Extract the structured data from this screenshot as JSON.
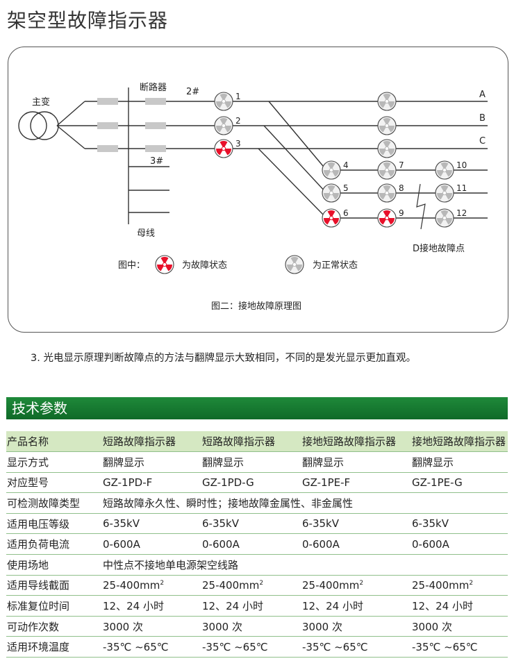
{
  "title": "架空型故障指示器",
  "diagram": {
    "transformer_label": "主变",
    "breaker_label": "断路器",
    "line_2": "2#",
    "line_3": "3#",
    "busbar_label": "母线",
    "phases": [
      "A",
      "B",
      "C"
    ],
    "indicator_numbers": [
      "1",
      "2",
      "3",
      "4",
      "5",
      "6",
      "7",
      "8",
      "9",
      "10",
      "11",
      "12"
    ],
    "fault_indicators": [
      "3",
      "6",
      "9"
    ],
    "ground_fault_label": "D接地故障点",
    "legend_prefix": "图中：",
    "legend_fault": "为故障状态",
    "legend_normal": "为正常状态",
    "caption": "图二：接地故障原理图",
    "colors": {
      "fault": "#e8102a",
      "normal": "#b8b8b8",
      "line": "#333333",
      "insulator": "#c8c8c8"
    }
  },
  "note": "3. 光电显示原理判断故障点的方法与翻牌显示大致相同，不同的是发光显示更加直观。",
  "section_title": "技术参数",
  "spec_table": {
    "rows": [
      {
        "label": "产品名称",
        "cells": [
          "短路故障指示器",
          "短路故障指示器",
          "接地短路故障指示器",
          "接地短路故障指示器"
        ]
      },
      {
        "label": "显示方式",
        "cells": [
          "翻牌显示",
          "翻牌显示",
          "翻牌显示",
          "翻牌显示"
        ]
      },
      {
        "label": "对应型号",
        "cells": [
          "GZ-1PD-F",
          "GZ-1PD-G",
          "GZ-1PE-F",
          "GZ-1PE-G"
        ]
      },
      {
        "label": "可检测故障类型",
        "span": "短路故障永久性、瞬时性；接地故障金属性、非金属性"
      },
      {
        "label": "适用电压等级",
        "cells": [
          "6-35kV",
          "6-35kV",
          "6-35kV",
          "6-35kV"
        ]
      },
      {
        "label": "适用负荷电流",
        "cells": [
          "0-600A",
          "0-600A",
          "0-600A",
          "0-600A"
        ]
      },
      {
        "label": "使用场地",
        "span": "中性点不接地单电源架空线路"
      },
      {
        "label": "适用导线截面",
        "cells": [
          "25-400mm",
          "25-400mm",
          "25-400mm",
          "25-400mm"
        ],
        "sup": "2"
      },
      {
        "label": "标准复位时间",
        "cells": [
          "12、24 小时",
          "12、24 小时",
          "12、24 小时",
          "12、24 小时"
        ]
      },
      {
        "label": "可动作次数",
        "cells": [
          "3000 次",
          "3000 次",
          "3000 次",
          "3000 次"
        ]
      },
      {
        "label": "适用环境温度",
        "cells": [
          "-35℃ ~65℃",
          "-35℃ ~65℃",
          "-35℃ ~65℃",
          "-35℃ ~65℃"
        ]
      }
    ]
  }
}
